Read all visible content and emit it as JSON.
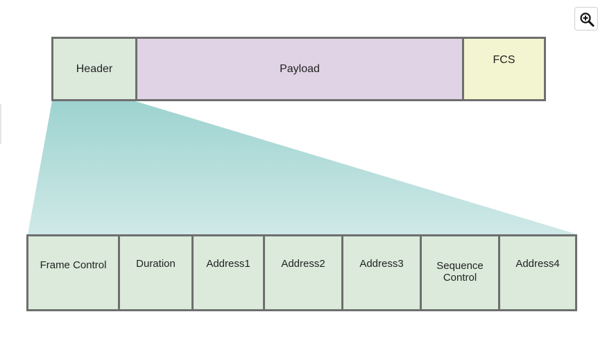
{
  "frame": {
    "segments": [
      {
        "label": "Header",
        "color": "#dbeadb"
      },
      {
        "label": "Payload",
        "color": "#e0d3e5"
      },
      {
        "label": "FCS",
        "color": "#f3f5d0"
      }
    ]
  },
  "header_fields": [
    {
      "label": "Frame Control"
    },
    {
      "label": "Duration"
    },
    {
      "label": "Address1"
    },
    {
      "label": "Address2"
    },
    {
      "label": "Address3"
    },
    {
      "label": "Sequence\nControl"
    },
    {
      "label": "Address4"
    }
  ],
  "colors": {
    "expansion_top": "#9dd3d0",
    "expansion_bottom": "#cfe9e7",
    "border": "#6e6e6e"
  },
  "toolbar": {
    "zoom_icon": "zoom-in-icon"
  }
}
